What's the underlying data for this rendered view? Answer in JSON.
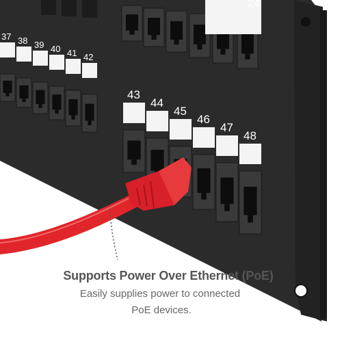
{
  "panel": {
    "upper_row_labels": [
      "37",
      "38",
      "39",
      "40",
      "41",
      "42"
    ],
    "lower_row_labels": [
      "43",
      "44",
      "45",
      "46",
      "47",
      "48"
    ],
    "top_row_partial_label": "24"
  },
  "caption": {
    "title": "Supports Power Over Ethernet (PoE)",
    "line1": "Easily supplies power to connected",
    "line2": "PoE devices."
  },
  "colors": {
    "panel": "#2b2b2b",
    "panel_edge": "#1a1a1a",
    "label_strip": "#f4f4f4",
    "port_face": "#3a3a3a",
    "cable": "#e0262a"
  }
}
